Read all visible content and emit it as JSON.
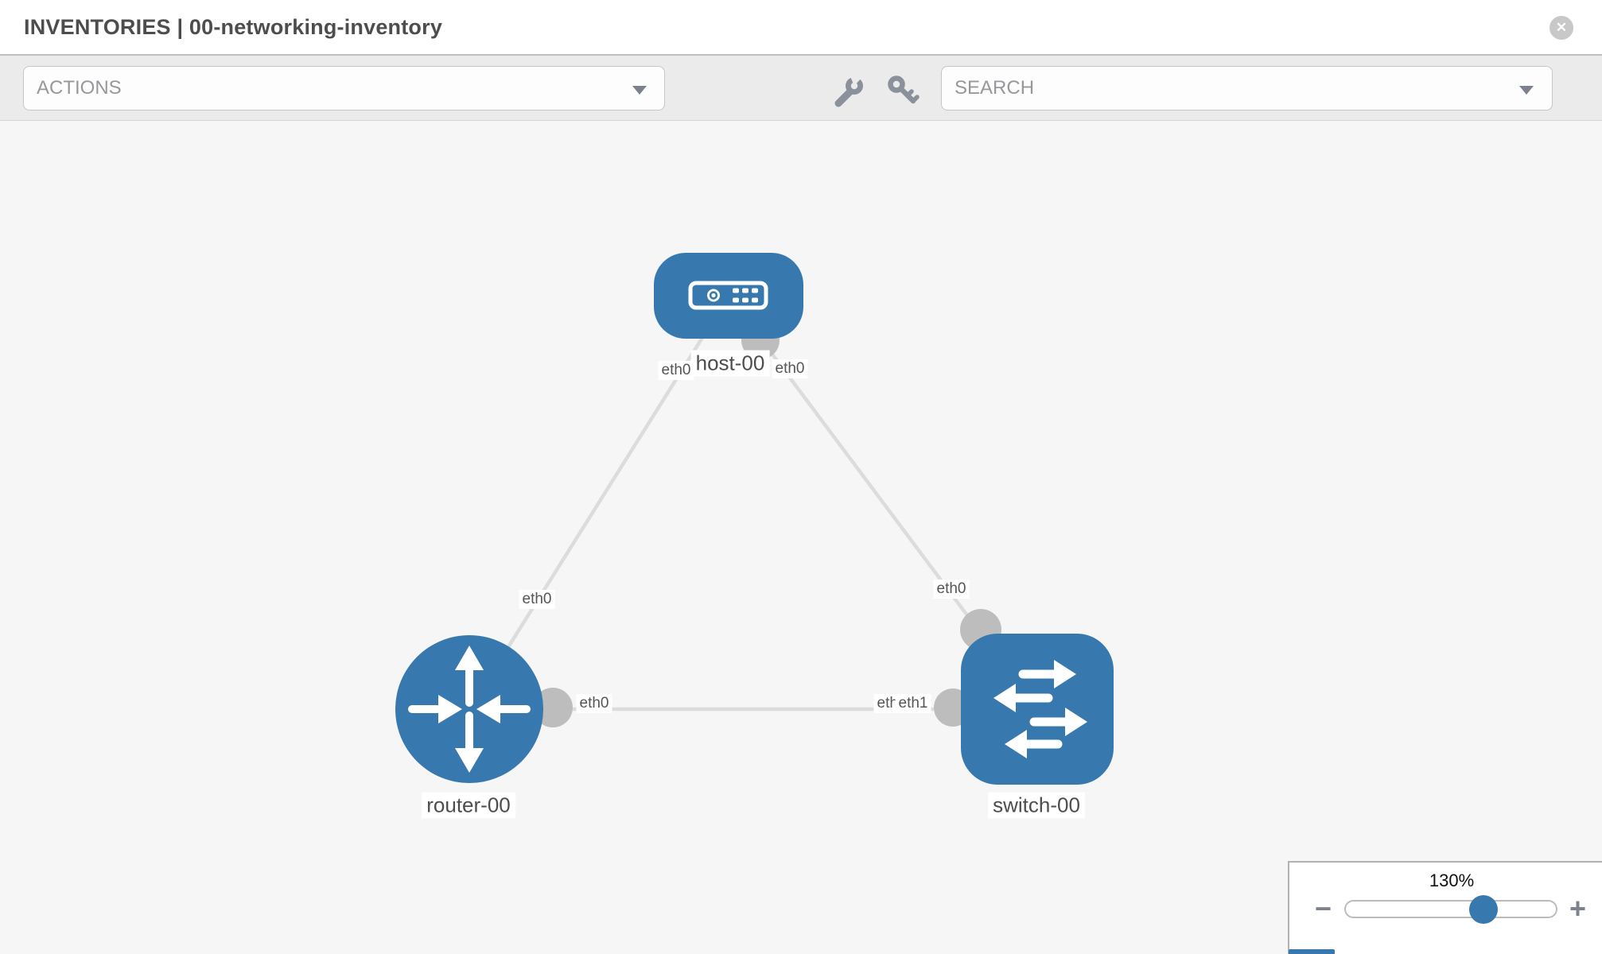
{
  "header": {
    "title": "INVENTORIES | 00-networking-inventory"
  },
  "toolbar": {
    "actions_placeholder": "ACTIONS",
    "search_placeholder": "SEARCH"
  },
  "icons": {
    "close_glyph": "✕",
    "caret_glyph": "▼",
    "minus_glyph": "−",
    "plus_glyph": "+",
    "toolbar_icons": [
      "wrench-icon",
      "key-icon"
    ]
  },
  "colors": {
    "node_blue": "#3779ae",
    "link_gray": "#dcdcdc",
    "connector_gray": "#bdbdbd",
    "canvas_bg": "#f6f6f6",
    "toolbar_bg": "#ebebeb"
  },
  "topology": {
    "nodes": [
      {
        "id": "host-00",
        "type": "host",
        "label": "host-00"
      },
      {
        "id": "router-00",
        "type": "router",
        "label": "router-00"
      },
      {
        "id": "switch-00",
        "type": "switch",
        "label": "switch-00"
      }
    ],
    "links": [
      {
        "source": "host-00",
        "target": "router-00",
        "source_interface": "eth0",
        "target_interface": "eth0"
      },
      {
        "source": "host-00",
        "target": "switch-00",
        "source_interface": "eth0",
        "target_interface": "eth0"
      },
      {
        "source": "router-00",
        "target": "switch-00",
        "source_interface": "eth0",
        "target_interface": "eth1",
        "occluded_interface_label": "eth0"
      }
    ]
  },
  "zoom_control": {
    "level": "130%"
  }
}
